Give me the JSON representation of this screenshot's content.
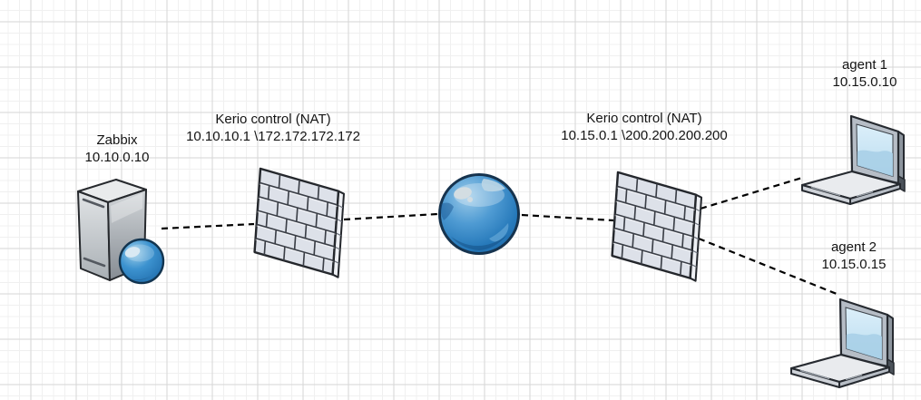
{
  "diagram": {
    "kind": "network-topology",
    "nodes": [
      {
        "id": "zabbix",
        "type": "server",
        "label": "Zabbix",
        "ip": "10.10.0.10"
      },
      {
        "id": "firewall-1",
        "type": "firewall",
        "label": "Kerio control (NAT)",
        "ip": "10.10.10.1 \\172.172.172.172"
      },
      {
        "id": "internet",
        "type": "globe"
      },
      {
        "id": "firewall-2",
        "type": "firewall",
        "label": "Kerio control (NAT)",
        "ip": "10.15.0.1 \\200.200.200.200"
      },
      {
        "id": "agent-1",
        "type": "laptop",
        "label": "agent 1",
        "ip": "10.15.0.10"
      },
      {
        "id": "agent-2",
        "type": "laptop",
        "label": "agent 2",
        "ip": "10.15.0.15"
      }
    ],
    "edges": [
      {
        "from": "zabbix",
        "to": "firewall-1",
        "style": "dashed"
      },
      {
        "from": "firewall-1",
        "to": "internet",
        "style": "dashed"
      },
      {
        "from": "internet",
        "to": "firewall-2",
        "style": "dashed"
      },
      {
        "from": "firewall-2",
        "to": "agent-1",
        "style": "dashed"
      },
      {
        "from": "firewall-2",
        "to": "agent-2",
        "style": "dashed"
      }
    ],
    "colors": {
      "edge_line": "#000000",
      "label_text": "#141414",
      "grid_major": "#d6d6d6",
      "grid_minor": "#f0f0f0",
      "globe_blue": "#2679ba",
      "brick_fill": "#dde1e9",
      "server_gray": "#c5c9cd",
      "laptop_screen": "#cfe6f5"
    }
  }
}
